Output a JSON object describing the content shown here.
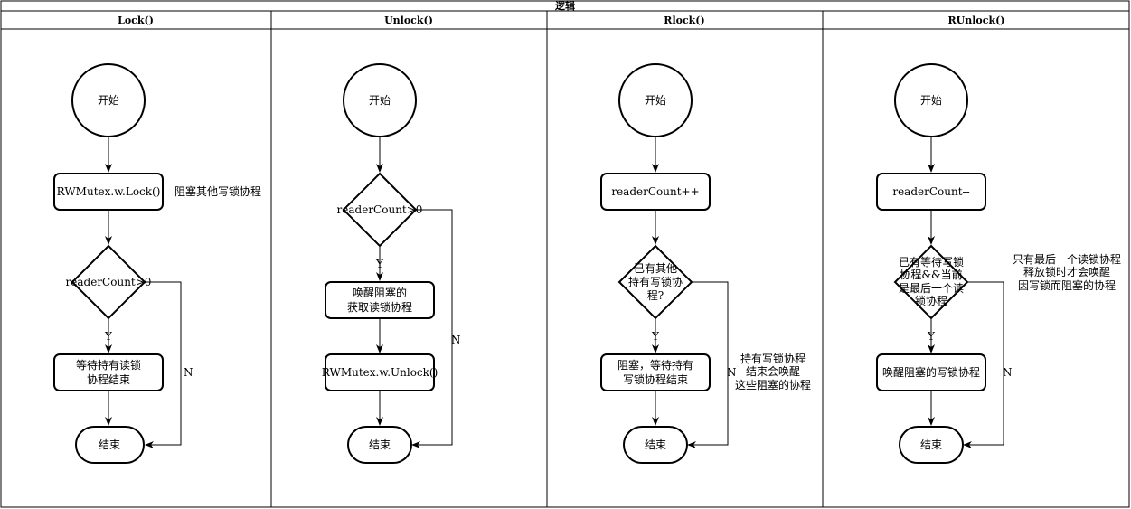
{
  "title": "逻辑",
  "lanes": [
    {
      "header": "Lock()",
      "start": "开始",
      "end": "结束",
      "action1": "RWMutex.w.Lock()",
      "note1": "阻塞其他写锁协程",
      "decision": "readerCount>0",
      "yes": "Y",
      "no": "N",
      "action2": [
        "等待持有读锁",
        "协程结束"
      ]
    },
    {
      "header": "Unlock()",
      "start": "开始",
      "end": "结束",
      "decision": "readerCount>0",
      "yes": "Y",
      "no": "N",
      "action1": [
        "唤醒阻塞的",
        "获取读锁协程"
      ],
      "action2": "RWMutex.w.Unlock()"
    },
    {
      "header": "Rlock()",
      "start": "开始",
      "end": "结束",
      "action1": "readerCount++",
      "decision": [
        "已有其他",
        "持有写锁协",
        "程?"
      ],
      "yes": "Y",
      "no": "N",
      "action2": [
        "阻塞，等待持有",
        "写锁协程结束"
      ],
      "note": [
        "持有写锁协程",
        "结束会唤醒",
        "这些阻塞的协程"
      ]
    },
    {
      "header": "RUnlock()",
      "start": "开始",
      "end": "结束",
      "action1": "readerCount--",
      "decision": [
        "已有等待写锁",
        "协程&&当前",
        "是最后一个读",
        "锁协程"
      ],
      "yes": "Y",
      "no": "N",
      "action2": "唤醒阻塞的写锁协程",
      "note": [
        "只有最后一个读锁协程",
        "释放锁时才会唤醒",
        "因写锁而阻塞的协程"
      ]
    }
  ]
}
